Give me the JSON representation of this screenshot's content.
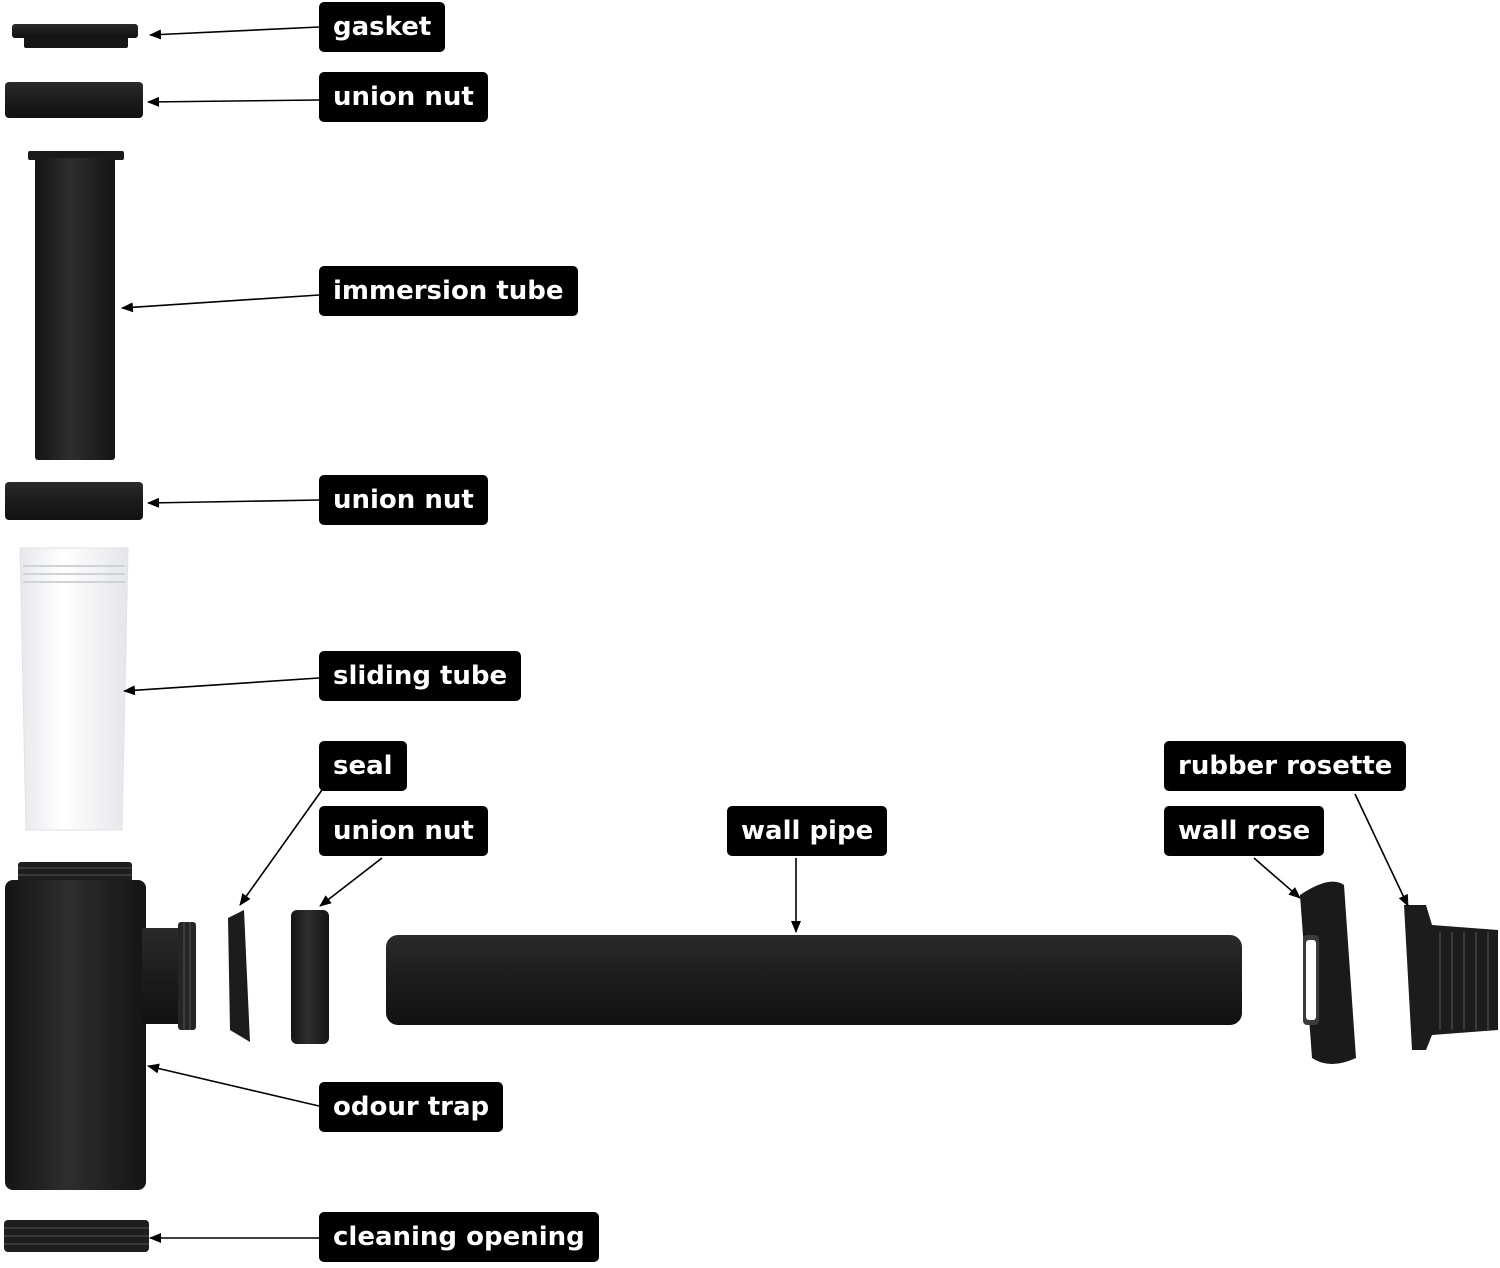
{
  "colors": {
    "part": "#1e1e1e",
    "part_highlight": "#3a3a3a",
    "sliding_tube": "#f4f5f7",
    "label_bg": "#000000",
    "label_text": "#ffffff",
    "leader": "#000000"
  },
  "labels": {
    "gasket": "gasket",
    "union_nut_1": "union nut",
    "immersion_tube": "immersion tube",
    "union_nut_2": "union nut",
    "sliding_tube": "sliding tube",
    "seal": "seal",
    "union_nut_3": "union nut",
    "wall_pipe": "wall pipe",
    "rubber_rosette": "rubber rosette",
    "wall_rose": "wall rose",
    "odour_trap": "odour trap",
    "cleaning_opening": "cleaning opening"
  }
}
